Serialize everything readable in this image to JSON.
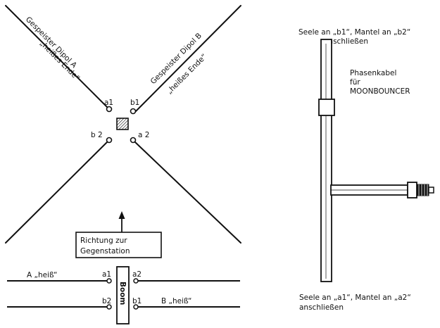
{
  "colors": {
    "ink": "#111111",
    "paper": "#ffffff"
  },
  "dipole_a": {
    "name": "Gespeister Dipol A",
    "end": "„heißes Ende“"
  },
  "dipole_b": {
    "name": "Gespeister Dipol B",
    "end": "„heißes Ende“"
  },
  "terminals": {
    "a1": "a1",
    "b1": "b1",
    "b2": "b 2",
    "a2": "a 2"
  },
  "direction_box": {
    "line1": "Richtung zur",
    "line2": "Gegenstation"
  },
  "bottom": {
    "a_hot": "A „heiß“",
    "b_hot": "B „heiß“",
    "boom": "Boom",
    "a1": "a1",
    "a2": "a2",
    "b2": "b2",
    "b1": "b1"
  },
  "cable": {
    "top_line1": "Seele an „b1“, Mantel an „b2“",
    "top_line2": "anschließen",
    "label_line1": "Phasenkabel",
    "label_line2": "für",
    "label_line3": "MOONBOUNCER",
    "bottom_line1": "Seele an „a1“, Mantel an „a2“",
    "bottom_line2": "anschließen"
  }
}
